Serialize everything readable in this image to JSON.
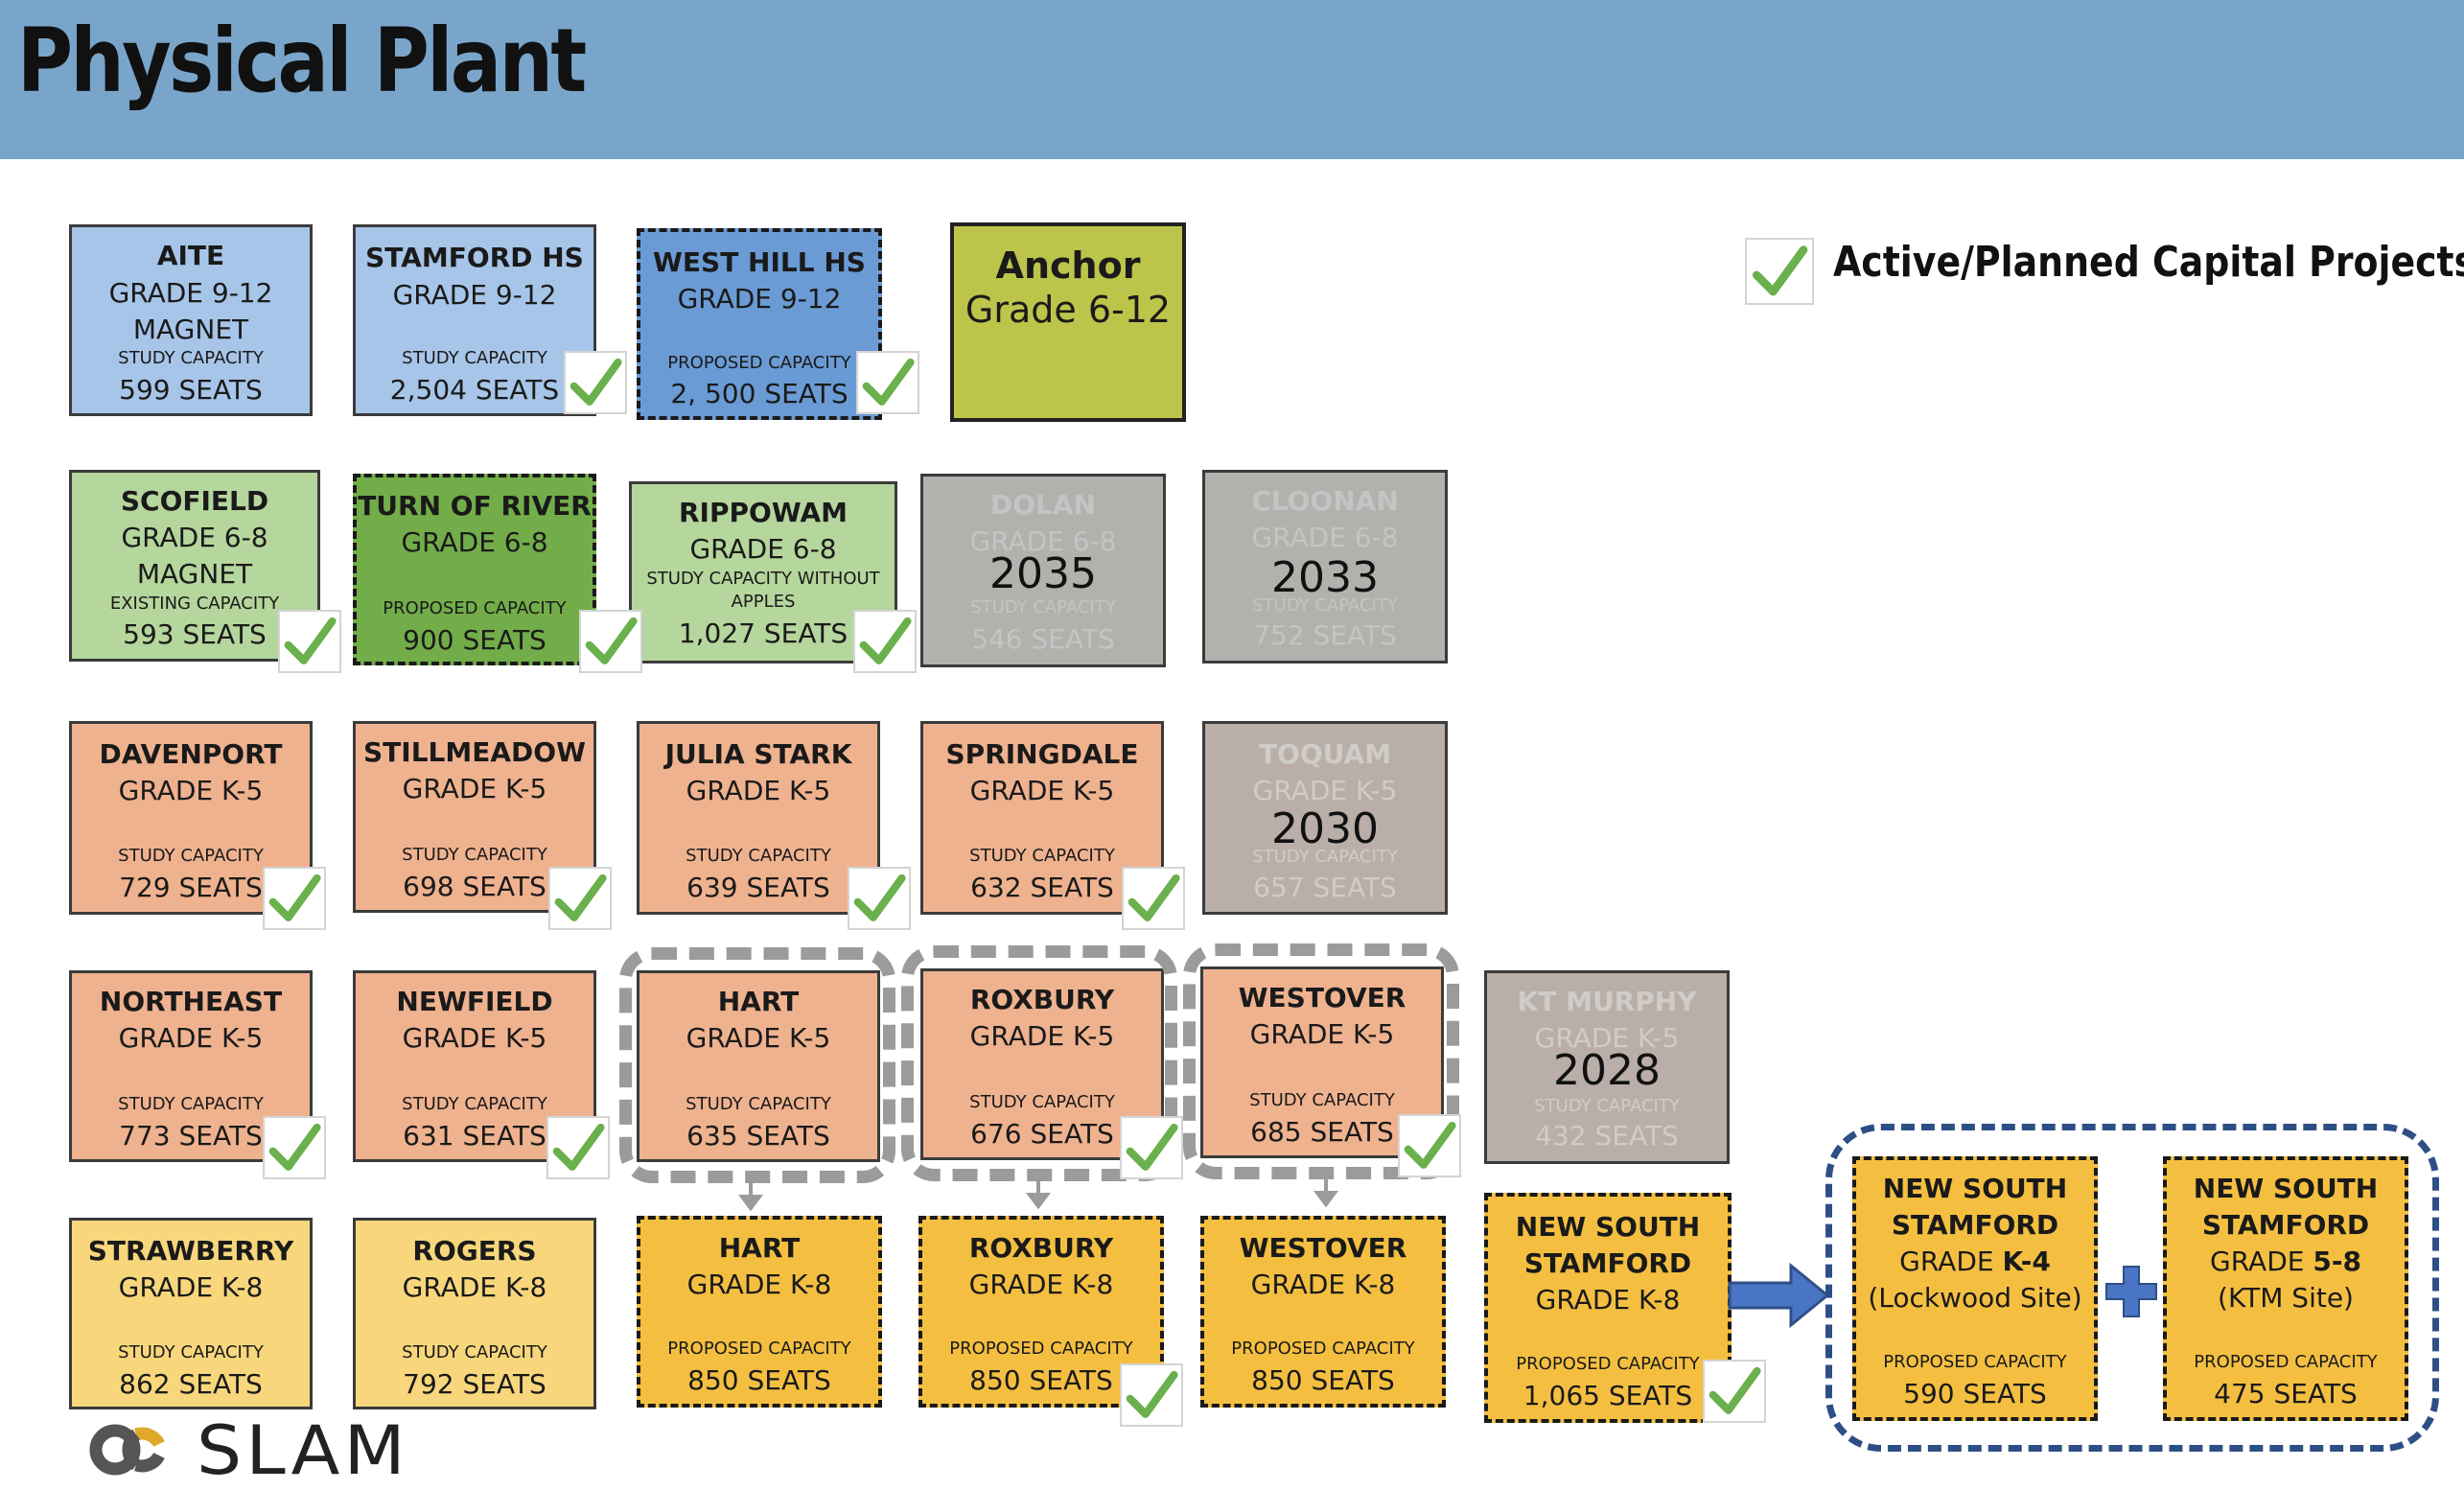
{
  "header": {
    "title": "Physical Plant"
  },
  "legend": {
    "label": "Active/Planned Capital Projects",
    "icon": "checkmark-icon"
  },
  "logo": {
    "text": "SLAM"
  },
  "colors": {
    "header": "#7aa5ca",
    "high_school": "#a7c5e8",
    "high_school_proposed": "#6a9bd4",
    "anchor": "#bcc54a",
    "middle_school": "#b5d69c",
    "middle_proposed": "#72ad4a",
    "closing": "#b0b3ad",
    "elementary": "#efb28f",
    "k8_existing": "#f8d77c",
    "k8_proposed": "#f4bf41",
    "check": "#6ab04c",
    "group_border": "#9b9b9b",
    "new_site_border": "#2e4f86"
  },
  "schools": {
    "aite": {
      "name": "AITE",
      "grade": "GRADE 9-12",
      "grade2": "MAGNET",
      "label": "STUDY CAPACITY",
      "seats": "599 SEATS"
    },
    "stamford_hs": {
      "name": "STAMFORD HS",
      "grade": "GRADE 9-12",
      "label": "STUDY CAPACITY",
      "seats": "2,504 SEATS"
    },
    "west_hill": {
      "name": "WEST HILL HS",
      "grade": "GRADE 9-12",
      "label": "PROPOSED CAPACITY",
      "seats": "2, 500 SEATS"
    },
    "anchor": {
      "name": "Anchor",
      "grade": "Grade 6-12"
    },
    "scofield": {
      "name": "SCOFIELD",
      "grade": "GRADE 6-8",
      "grade2": "MAGNET",
      "label": "EXISTING CAPACITY",
      "seats": "593 SEATS"
    },
    "turn_of_river": {
      "name": "TURN OF RIVER",
      "grade": "GRADE 6-8",
      "label": "PROPOSED CAPACITY",
      "seats": "900 SEATS"
    },
    "rippowam": {
      "name": "RIPPOWAM",
      "grade": "GRADE 6-8",
      "label": "STUDY CAPACITY WITHOUT",
      "label2": "APPLES",
      "seats": "1,027 SEATS"
    },
    "dolan": {
      "name": "DOLAN",
      "grade": "GRADE 6-8",
      "year": "2035",
      "label": "STUDY CAPACITY",
      "seats": "546 SEATS"
    },
    "cloonan": {
      "name": "CLOONAN",
      "grade": "GRADE 6-8",
      "year": "2033",
      "label": "STUDY CAPACITY",
      "seats": "752 SEATS"
    },
    "davenport": {
      "name": "DAVENPORT",
      "grade": "GRADE K-5",
      "label": "STUDY CAPACITY",
      "seats": "729 SEATS"
    },
    "stillmeadow": {
      "name": "STILLMEADOW",
      "grade": "GRADE K-5",
      "label": "STUDY CAPACITY",
      "seats": "698 SEATS"
    },
    "julia_stark": {
      "name": "JULIA STARK",
      "grade": "GRADE K-5",
      "label": "STUDY CAPACITY",
      "seats": "639 SEATS"
    },
    "springdale": {
      "name": "SPRINGDALE",
      "grade": "GRADE K-5",
      "label": "STUDY CAPACITY",
      "seats": "632 SEATS"
    },
    "toquam": {
      "name": "TOQUAM",
      "grade": "GRADE K-5",
      "year": "2030",
      "label": "STUDY CAPACITY",
      "seats": "657 SEATS"
    },
    "northeast": {
      "name": "NORTHEAST",
      "grade": "GRADE K-5",
      "label": "STUDY CAPACITY",
      "seats": "773 SEATS"
    },
    "newfield": {
      "name": "NEWFIELD",
      "grade": "GRADE K-5",
      "label": "STUDY CAPACITY",
      "seats": "631 SEATS"
    },
    "hart": {
      "name": "HART",
      "grade": "GRADE K-5",
      "label": "STUDY CAPACITY",
      "seats": "635 SEATS"
    },
    "roxbury": {
      "name": "ROXBURY",
      "grade": "GRADE K-5",
      "label": "STUDY CAPACITY",
      "seats": "676 SEATS"
    },
    "westover": {
      "name": "WESTOVER",
      "grade": "GRADE K-5",
      "label": "STUDY CAPACITY",
      "seats": "685 SEATS"
    },
    "kt_murphy": {
      "name": "KT MURPHY",
      "grade": "GRADE K-5",
      "year": "2028",
      "label": "STUDY CAPACITY",
      "seats": "432 SEATS"
    },
    "strawberry": {
      "name": "STRAWBERRY",
      "grade": "GRADE K-8",
      "label": "STUDY CAPACITY",
      "seats": "862 SEATS"
    },
    "rogers": {
      "name": "ROGERS",
      "grade": "GRADE K-8",
      "label": "STUDY CAPACITY",
      "seats": "792 SEATS"
    },
    "hart_k8": {
      "name": "HART",
      "grade": "GRADE K-8",
      "label": "PROPOSED CAPACITY",
      "seats": "850 SEATS"
    },
    "roxbury_k8": {
      "name": "ROXBURY",
      "grade": "GRADE K-8",
      "label": "PROPOSED CAPACITY",
      "seats": "850 SEATS"
    },
    "westover_k8": {
      "name": "WESTOVER",
      "grade": "GRADE K-8",
      "label": "PROPOSED CAPACITY",
      "seats": "850 SEATS"
    },
    "new_south_k8": {
      "name": "NEW SOUTH",
      "name2": "STAMFORD",
      "grade": "GRADE K-8",
      "label": "PROPOSED CAPACITY",
      "seats": "1,065 SEATS"
    },
    "new_south_k4": {
      "name": "NEW SOUTH",
      "name2": "STAMFORD",
      "grade_prefix": "GRADE ",
      "grade_bold": "K-4",
      "site": "(Lockwood Site)",
      "label": "PROPOSED CAPACITY",
      "seats": "590 SEATS"
    },
    "new_south_58": {
      "name": "NEW SOUTH",
      "name2": "STAMFORD",
      "grade_prefix": "GRADE ",
      "grade_bold": "5-8",
      "site": "(KTM Site)",
      "label": "PROPOSED CAPACITY",
      "seats": "475 SEATS"
    }
  }
}
